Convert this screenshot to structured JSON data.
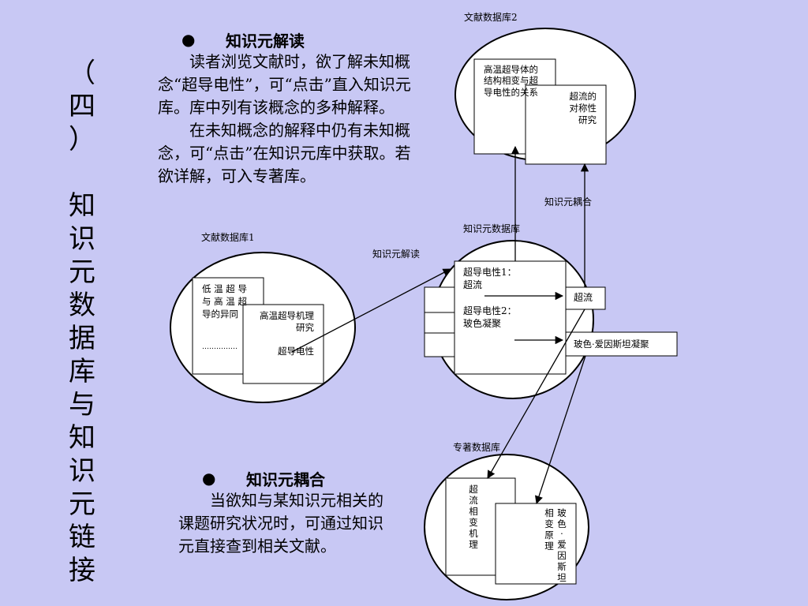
{
  "title_chars": [
    "（",
    "四",
    "）",
    "",
    "知",
    "识",
    "元",
    "数",
    "据",
    "库",
    "与",
    "知",
    "识",
    "元",
    "链",
    "接"
  ],
  "section1": {
    "heading": "知识元解读",
    "paragraphs": [
      "读者浏览文献时，欲了解未知概念“超导电性”，可“点击”直入知识元库。库中列有该概念的多种解释。",
      "在未知概念的解释中仍有未知概念，可“点击”在知识元库中获取。若欲详解，可入专著库。"
    ]
  },
  "section2": {
    "heading": "知识元耦合",
    "paragraphs": [
      "当欲知与某知识元相关的课题研究状况时，可通过知识元直接查到相关文献。"
    ]
  },
  "diagram": {
    "db_literature2": "文献数据库2",
    "db_literature2_doc1": [
      "高温超导体的",
      "结构相变与超",
      "导电性的关系"
    ],
    "db_literature2_doc2": [
      "超流的",
      "对称性",
      "研究"
    ],
    "coupling_label": "知识元耦合",
    "db_knowledge": "知识元数据库",
    "interpret_label": "知识元解读",
    "db_literature1": "文献数据库1",
    "db_literature1_doc1": [
      "低 温 超 导",
      "与 高 温 超",
      "导的异同"
    ],
    "db_literature1_doc1_dots": "……………",
    "db_literature1_doc2": [
      "高温超导机理",
      "研究"
    ],
    "db_literature1_term": "超导电性",
    "knowledge_entry1": [
      "超导电性1：",
      "超流"
    ],
    "knowledge_entry2": [
      "超导电性2：",
      "玻色凝聚"
    ],
    "term_superfluid": "超流",
    "term_bose": "玻色·爱因斯坦凝聚",
    "db_monograph": "专著数据库",
    "monograph_doc1": [
      "超",
      "流",
      "相",
      "变",
      "机",
      "理"
    ],
    "monograph_doc2_col1": [
      "相",
      "变",
      "原",
      "理"
    ],
    "monograph_doc2_col2": [
      "玻",
      "色",
      "·",
      "爱",
      "因",
      "斯",
      "坦"
    ]
  }
}
